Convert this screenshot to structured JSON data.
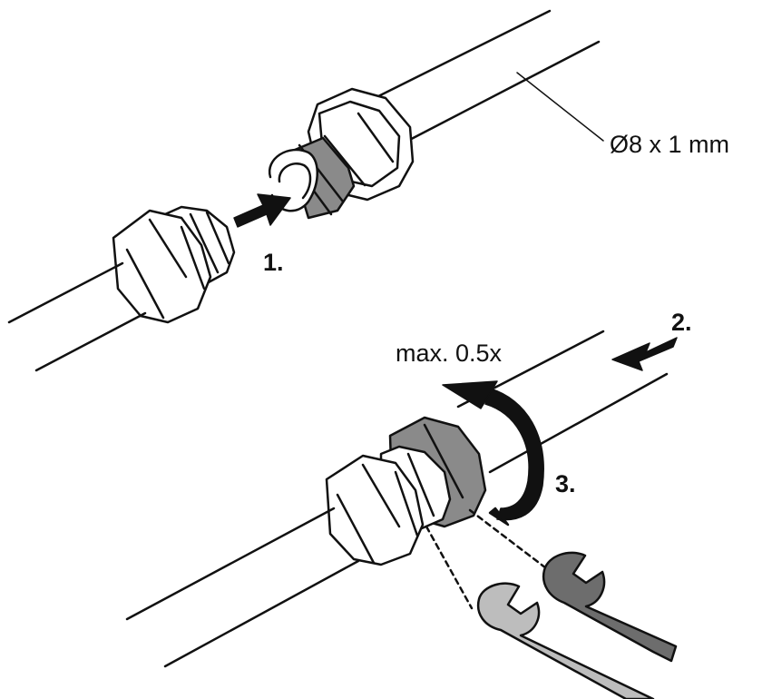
{
  "labels": {
    "dimension": "Ø8 x 1 mm",
    "step1": "1.",
    "step2": "2.",
    "step3": "3.",
    "torque": "max. 0.5x"
  },
  "colors": {
    "line": "#111111",
    "nut_dark": "#8a8a8a",
    "nut_light": "#ffffff",
    "wrench_dark": "#6d6d6d",
    "wrench_light": "#bdbdbd",
    "arrow": "#111111"
  }
}
